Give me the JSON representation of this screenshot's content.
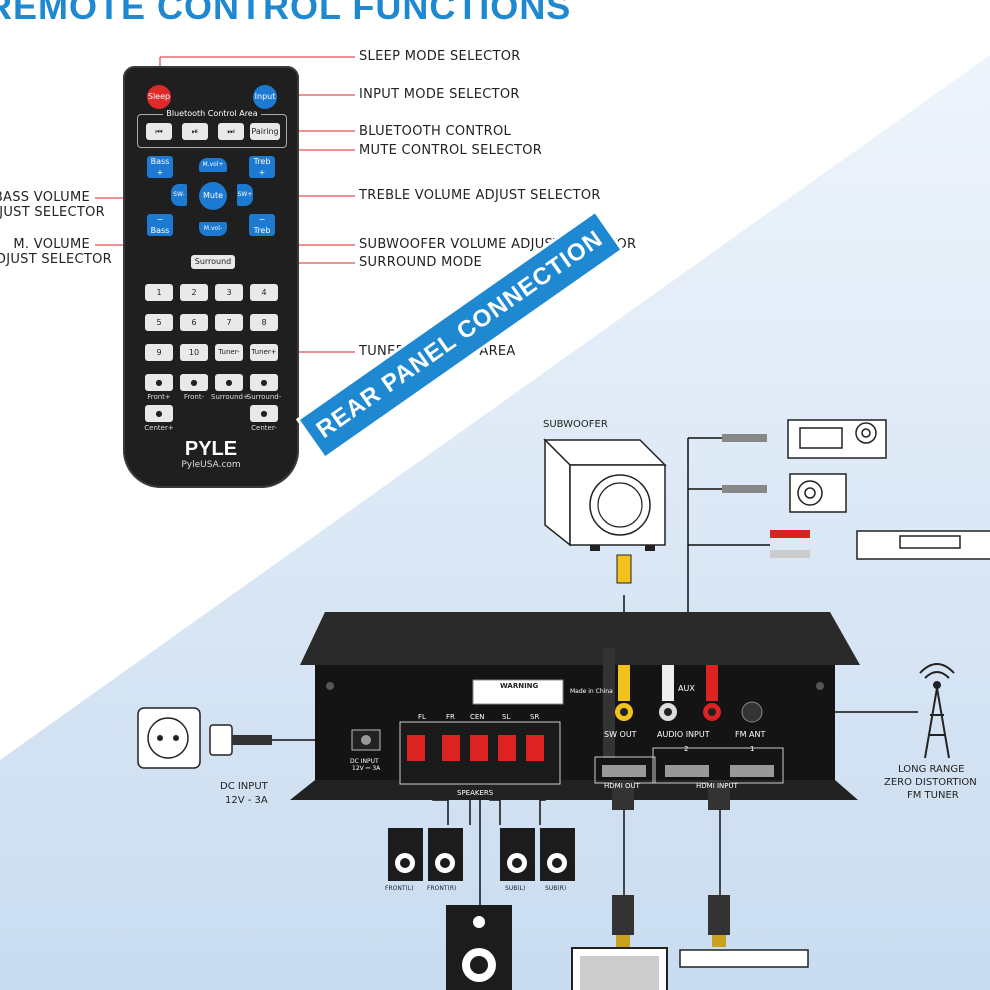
{
  "title": "REMOTE CONTROL FUNCTIONS",
  "callouts_right": [
    "SLEEP MODE SELECTOR",
    "INPUT MODE SELECTOR",
    "BLUETOOTH CONTROL",
    "MUTE CONTROL SELECTOR",
    "TREBLE VOLUME ADJUST SELECTOR",
    "SUBWOOFER VOLUME ADJUST SELECTOR",
    "SURROUND MODE",
    "TUNER CONTROL AREA"
  ],
  "callouts_left": {
    "bass_line1": "BASS VOLUME",
    "bass_line2": "ADJUST SELECTOR",
    "m_line1": "M. VOLUME",
    "m_line2": "ADJUST SELECTOR"
  },
  "remote": {
    "sleep": "Sleep",
    "input": "Input",
    "bt_area": "Bluetooth Control Area",
    "prev": "⏮",
    "play": "⏯",
    "next": "⏭",
    "pairing": "Pairing",
    "bass_up": "Bass +",
    "bass_down": "− Bass",
    "treb_up": "Treb +",
    "treb_down": "− Treb",
    "m_up": "M.vol+",
    "m_down": "M.vol-",
    "sw_down": "SW-",
    "sw_up": "SW+",
    "mute": "Mute",
    "surround": "Surround",
    "numbers": [
      "1",
      "2",
      "3",
      "4",
      "5",
      "6",
      "7",
      "8",
      "9",
      "10",
      "Tuner-",
      "Tuner+"
    ],
    "dots_row1": [
      "Front+",
      "Front-",
      "Surround+",
      "Surround-"
    ],
    "dots_row2": [
      "Center+",
      "Center-"
    ],
    "brand": "PYLE",
    "url": "PyleUSA.com"
  },
  "banner": "REAR PANEL CONNECTION",
  "labels": {
    "subwoofer": "SUBWOOFER",
    "sw_out": "SW OUT",
    "audio_input": "AUDIO INPUT",
    "aux": "AUX",
    "fm_ant": "FM ANT",
    "dc_input": "DC INPUT",
    "dc_spec": "12V - 3A",
    "dc_small": "DC INPUT",
    "dc_small2": "12V ⎓ 3A",
    "speakers": "SPEAKERS",
    "spk_channels": [
      "FL",
      "FR",
      "CEN",
      "SL",
      "SR"
    ],
    "warning": "WARNING",
    "made_in": "Made in China",
    "hdmi_out": "HDMI OUT",
    "hdmi_input": "HDMI INPUT",
    "hdmi_2": "2",
    "hdmi_1": "1",
    "long_range1": "LONG RANGE",
    "long_range2": "ZERO DISTORTION",
    "long_range3": "FM TUNER",
    "front_l": "FRONT(L)",
    "front_r": "FRONT(R)",
    "sub_l": "SUB(L)",
    "sub_r": "SUB(R)"
  },
  "colors": {
    "accent": "#1e88d0",
    "remote_body": "#1f1f1f",
    "remote_blue": "#1c7ad2",
    "sleep_red": "#e02a2a",
    "callout_line": "#d9242a"
  }
}
